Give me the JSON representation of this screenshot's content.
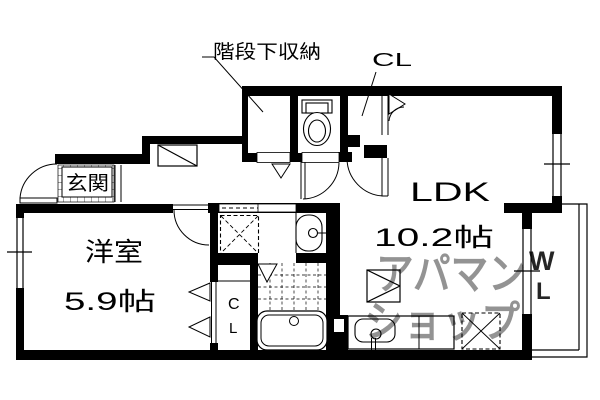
{
  "plan": {
    "labels": {
      "under_stairs_storage": "階段下収納",
      "closet_upper": "CL",
      "entrance": "玄関",
      "ldk": "LDK",
      "ldk_size": "10.2帖",
      "western_room": "洋室",
      "western_room_size": "5.9帖",
      "closet_lower_line1": "C",
      "closet_lower_line2": "L"
    },
    "watermark": {
      "line1": "アパマン",
      "line2": "ショップ",
      "side_mark_1": "W",
      "side_mark_2": "L",
      "color_line1": "#e1872f",
      "color_line2": "#7d5fa0",
      "color_marks": "#c9c9c9"
    },
    "colors": {
      "wall": "#000000",
      "background": "#ffffff"
    }
  }
}
